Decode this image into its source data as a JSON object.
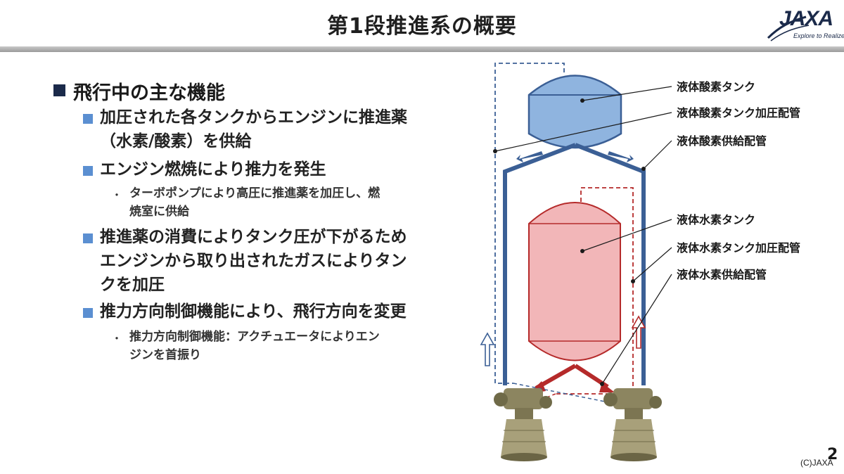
{
  "header": {
    "title": "第1段推進系の概要",
    "logo_text": "JAXA",
    "logo_tagline": "Explore to Realize"
  },
  "content": {
    "heading": "飛行中の主な機能",
    "items": [
      {
        "lines": [
          "加圧された各タンクからエンジンに推進薬",
          "（水素/酸素）を供給"
        ],
        "sub": []
      },
      {
        "lines": [
          "エンジン燃焼により推力を発生"
        ],
        "sub": [
          {
            "lines": [
              "ターボポンプにより高圧に推進薬を加圧し、燃",
              "焼室に供給"
            ]
          }
        ]
      },
      {
        "lines": [
          "推進薬の消費によりタンク圧が下がるため",
          "エンジンから取り出されたガスによりタン",
          "クを加圧"
        ],
        "sub": []
      },
      {
        "lines": [
          "推力方向制御機能により、飛行方向を変更"
        ],
        "sub": [
          {
            "lines": [
              "推力方向制御機能：アクチュエータによりエン",
              "ジンを首振り"
            ]
          }
        ]
      }
    ]
  },
  "diagram": {
    "labels": {
      "lox_tank": "液体酸素タンク",
      "lox_press_line": "液体酸素タンク加圧配管",
      "lox_feed_line": "液体酸素供給配管",
      "lh2_tank": "液体水素タンク",
      "lh2_press_line": "液体水素タンク加圧配管",
      "lh2_feed_line": "液体水素供給配管"
    },
    "colors": {
      "lox_fill": "#8fb4df",
      "lox_stroke": "#3b5f95",
      "lh2_fill": "#f2b6b8",
      "lh2_stroke": "#b52a2a",
      "engine": "#8c8560"
    }
  },
  "footer": {
    "page_number": "2",
    "copyright": "(C)JAXA"
  }
}
